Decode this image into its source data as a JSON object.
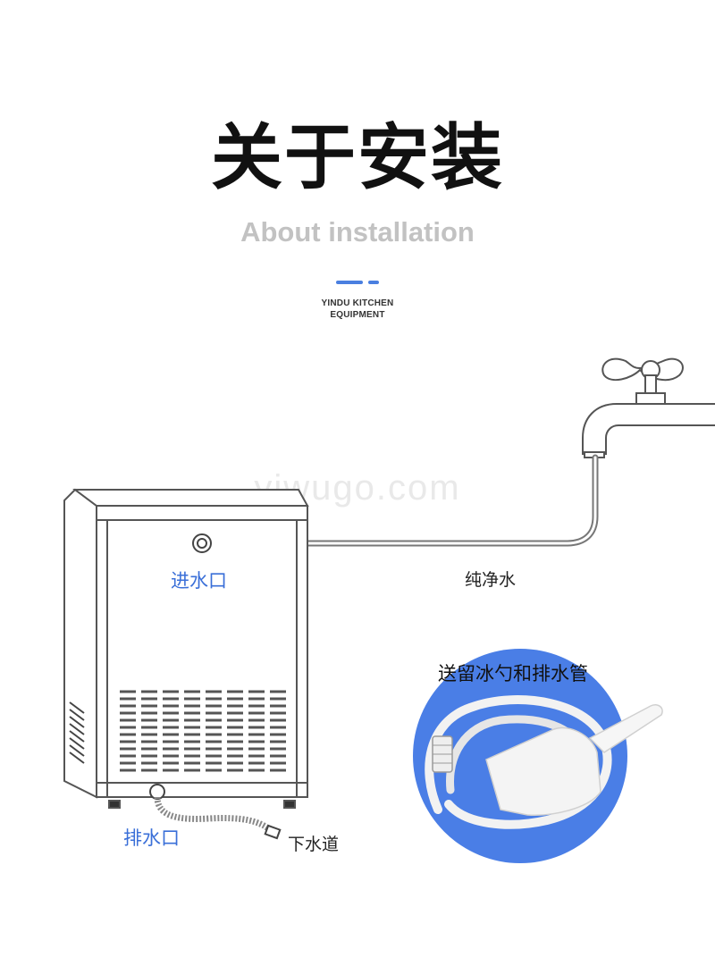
{
  "header": {
    "title": "关于安装",
    "subtitle": "About installation",
    "brand_line1": "YINDU KITCHEN",
    "brand_line2": "EQUIPMENT"
  },
  "watermark": "yiwugo.com",
  "labels": {
    "inlet": "进水口",
    "pure_water": "纯净水",
    "outlet": "排水口",
    "sewer": "下水道",
    "gift": "送留冰勺和排水管"
  },
  "colors": {
    "accent": "#4a7fe0",
    "label_blue": "#3a6fd8",
    "gift_circle": "#4a7ee6",
    "outline": "#555555"
  },
  "icons": [
    "faucet-icon",
    "ice-machine-illustration",
    "ice-scoop-icon",
    "drain-hose-icon"
  ]
}
